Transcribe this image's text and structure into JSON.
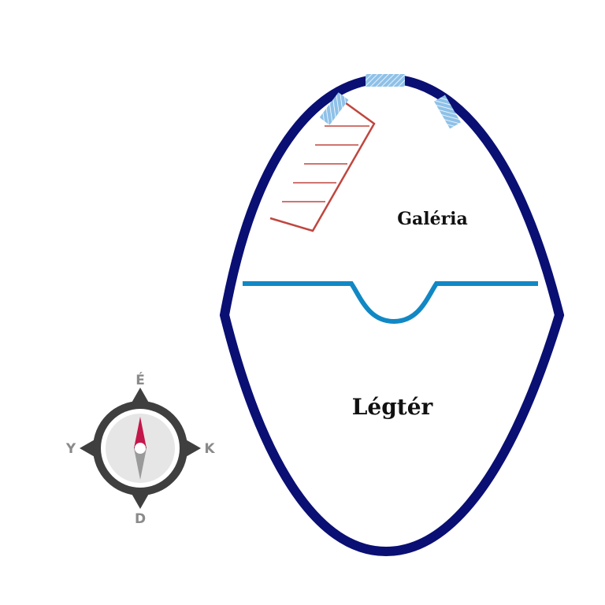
{
  "floor_plan": {
    "rooms": [
      {
        "id": "galeria",
        "label": "Galéria"
      },
      {
        "id": "legter",
        "label": "Légtér"
      }
    ],
    "colors": {
      "outline": "#0a0f73",
      "divider": "#1188c4",
      "stair": "#c0463f",
      "window": "#8ec1e8"
    }
  },
  "compass": {
    "north": "É",
    "south": "D",
    "east": "K",
    "west": "Y",
    "colors": {
      "body": "#3f3f3f",
      "face": "#e6e6e6",
      "needle_north": "#c3164a",
      "needle_south": "#9a9a9a",
      "letters": "#8a8a8a"
    }
  }
}
